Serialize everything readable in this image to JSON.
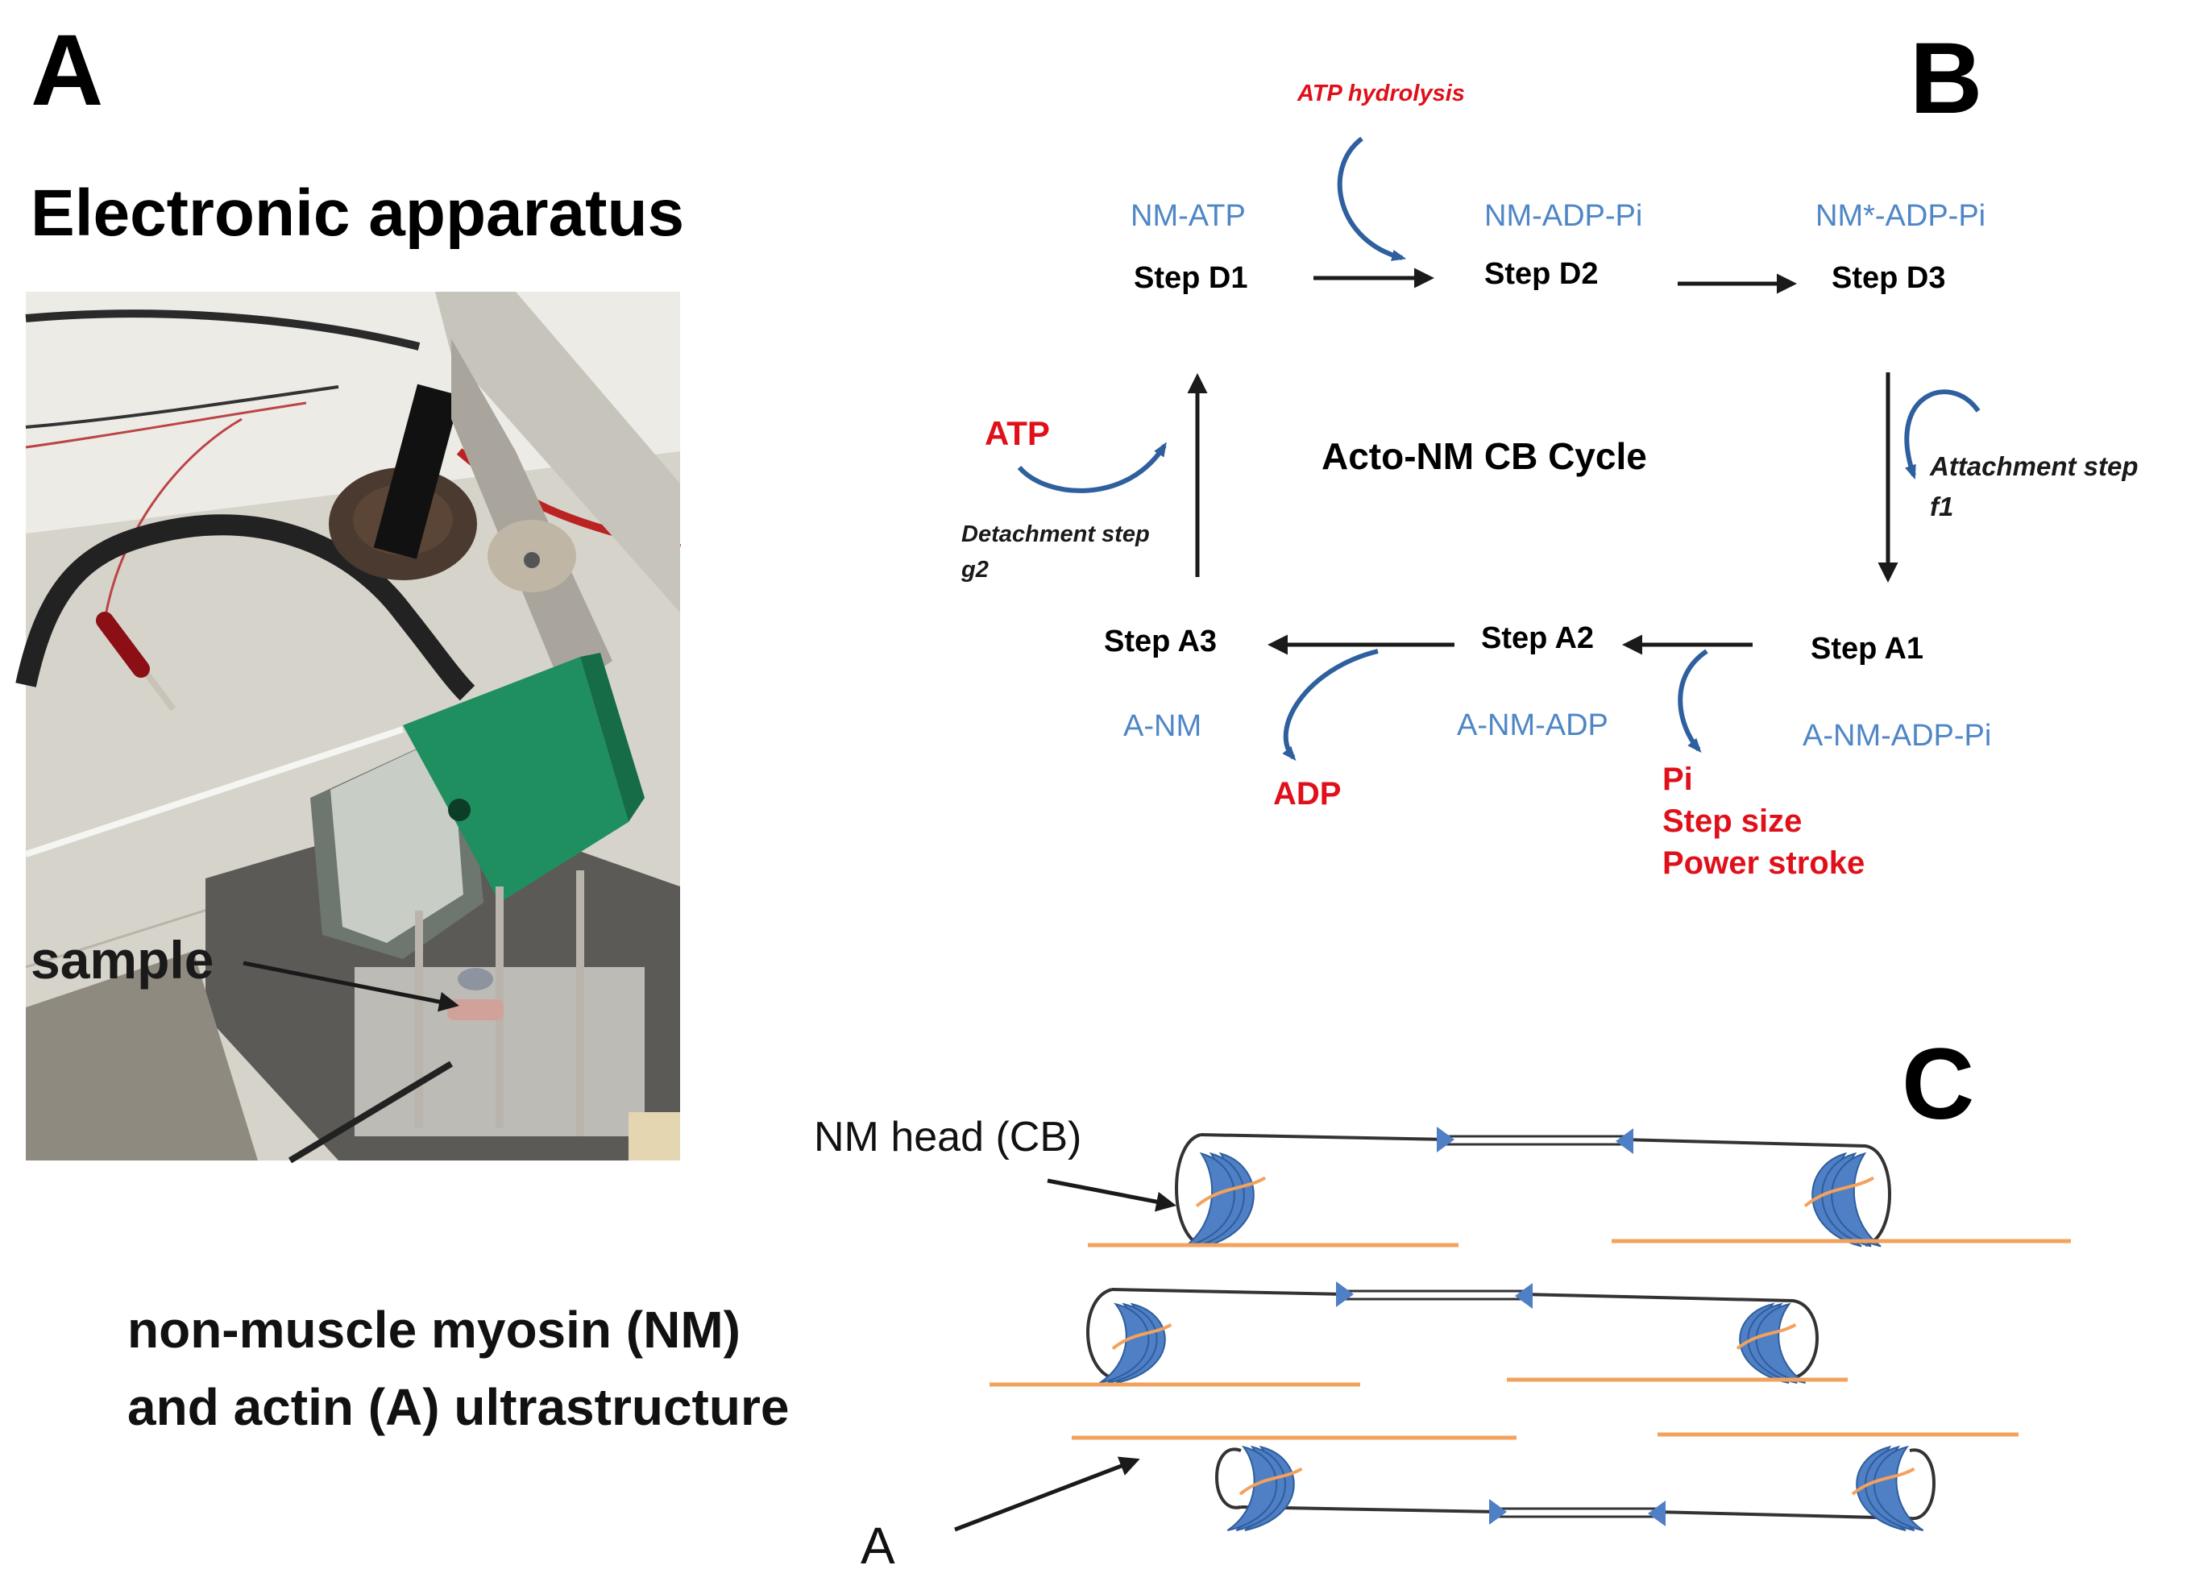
{
  "panel_a": {
    "letter": "A",
    "title": "Electronic apparatus",
    "sample_label": "sample"
  },
  "panel_b": {
    "letter": "B",
    "center_title": "Acto-NM  CB Cycle",
    "atp_hydrolysis": "ATP hydrolysis",
    "step_d1": "Step  D1",
    "step_d2": "Step D2",
    "step_d3": "Step D3",
    "state_d1": "NM-ATP",
    "state_d2": "NM-ADP-Pi",
    "state_d3": "NM*-ADP-Pi",
    "step_a1": "Step A1",
    "step_a2": "Step A2",
    "step_a3": "Step A3",
    "state_a1": "A-NM-ADP-Pi",
    "state_a2": "A-NM-ADP",
    "state_a3": "A-NM",
    "atp": "ATP",
    "adp": "ADP",
    "pi": "Pi",
    "step_size": "Step size",
    "power_stroke": "Power stroke",
    "attachment_step_line1": "Attachment step",
    "attachment_step_line2": "f1",
    "detachment_step_line1": "Detachment step",
    "detachment_step_line2": "g2"
  },
  "panel_c": {
    "letter": "C",
    "nm_head_label": "NM head (CB)",
    "description_line1": "non-muscle  myosin (NM)",
    "description_line2": "and actin (A)  ultrastructure",
    "actin_label": "A"
  },
  "colors": {
    "black": "#000000",
    "blue_state": "#4f86c6",
    "red": "#e0101a",
    "myosin_head": "#4f7fc4",
    "actin": "#f2a25c",
    "arrow": "#1a1a1a",
    "curve_blue": "#2e5f9e"
  }
}
